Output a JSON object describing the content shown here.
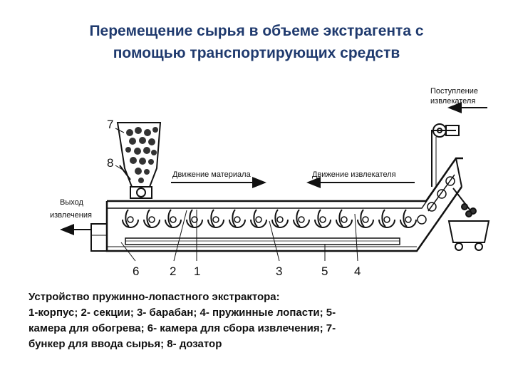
{
  "title": {
    "line1": "Перемещение сырья в объеме экстрагента с",
    "line2": "помощью транспортирующих средств"
  },
  "diagram": {
    "labels": {
      "inlet_line1": "Поступление",
      "inlet_line2": "извлекателя",
      "outlet_line1": "Выход",
      "outlet_line2": "извлечения",
      "material_motion": "Движение материала",
      "extractant_motion": "Движение извлекателя"
    },
    "part_numbers": {
      "n7": "7",
      "n8": "8",
      "n6": "6",
      "n2": "2",
      "n1": "1",
      "n3": "3",
      "n5": "5",
      "n4": "4"
    }
  },
  "caption": {
    "line1": "Устройство пружинно-лопастного экстрактора:",
    "line2": "1-корпус; 2- секции; 3- барабан; 4- пружинные лопасти; 5-",
    "line3": "камера для обогрева; 6- камера для сбора извлечения; 7-",
    "line4": "бункер для ввода сырья; 8- дозатор"
  },
  "colors": {
    "title": "#1f3a6e",
    "ink": "#111111"
  }
}
